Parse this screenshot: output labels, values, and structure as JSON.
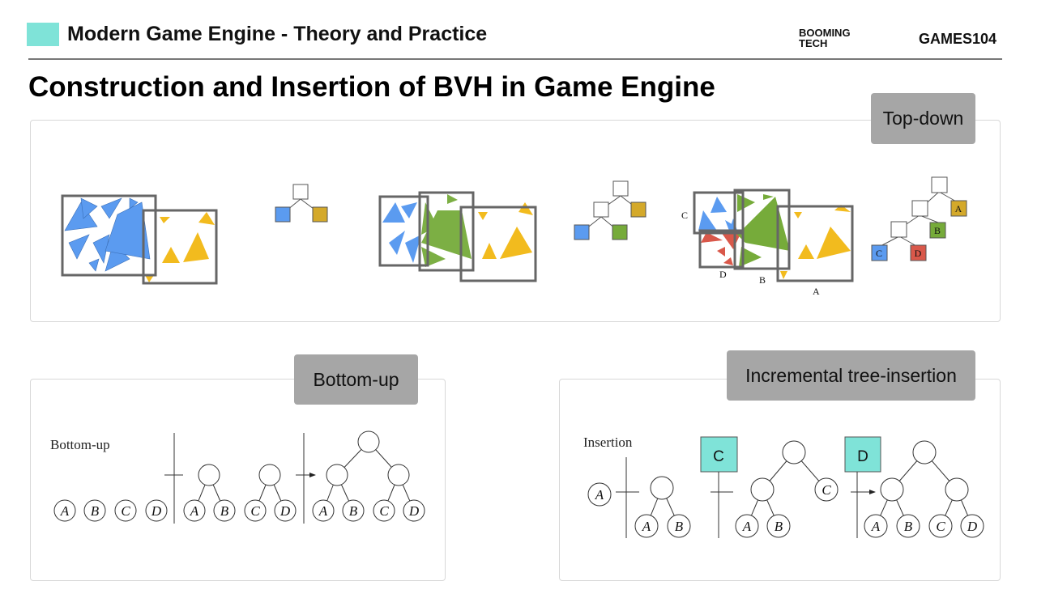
{
  "header": {
    "course_title": "Modern Game Engine - Theory and Practice",
    "logo_booming": "BOOMING TECH",
    "logo_games": "GAMES104"
  },
  "slide": {
    "title": "Construction and Insertion of BVH in Game Engine"
  },
  "top_down": {
    "label": "Top-down",
    "labels": {
      "a": "A",
      "b": "B",
      "c": "C",
      "d": "D"
    }
  },
  "bottom_up": {
    "label": "Bottom-up",
    "caption": "Bottom-up",
    "leaves": [
      "A",
      "B",
      "C",
      "D"
    ]
  },
  "incremental": {
    "label": "Incremental tree-insertion",
    "caption": "Insertion",
    "insert_c": "C",
    "insert_d": "D",
    "leaves": [
      "A",
      "B",
      "C",
      "D"
    ]
  },
  "colors": {
    "blue": "#5b9bf0",
    "yellow": "#f2bb1e",
    "green": "#76ab3a",
    "red": "#d9584a",
    "teal": "#7fe3d8",
    "tag": "#a6a6a6"
  }
}
